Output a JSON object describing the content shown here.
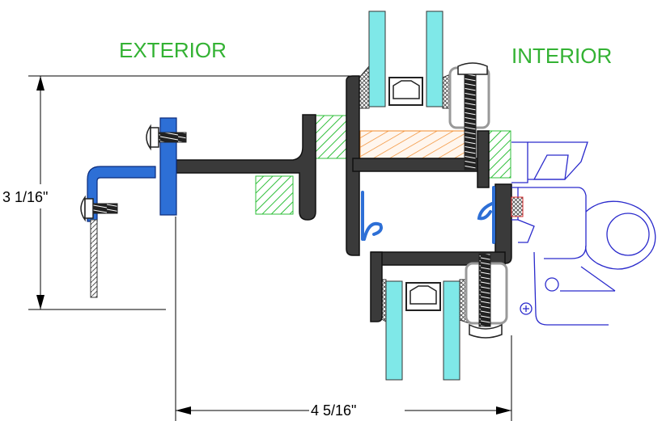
{
  "labels": {
    "exterior": "EXTERIOR",
    "interior": "INTERIOR"
  },
  "dimensions": {
    "height": "3 1/16\"",
    "width": "4 5/16\""
  },
  "colors": {
    "zone_label": "#33b233",
    "profile": "#3a3a3a",
    "glass": "#7fe8e8",
    "gasket": "#2d6fd6",
    "insulation": "#2fbf3a",
    "thermal_break": "#f28a2a",
    "hardware_outline": "#2a2acc",
    "line": "#000000"
  }
}
